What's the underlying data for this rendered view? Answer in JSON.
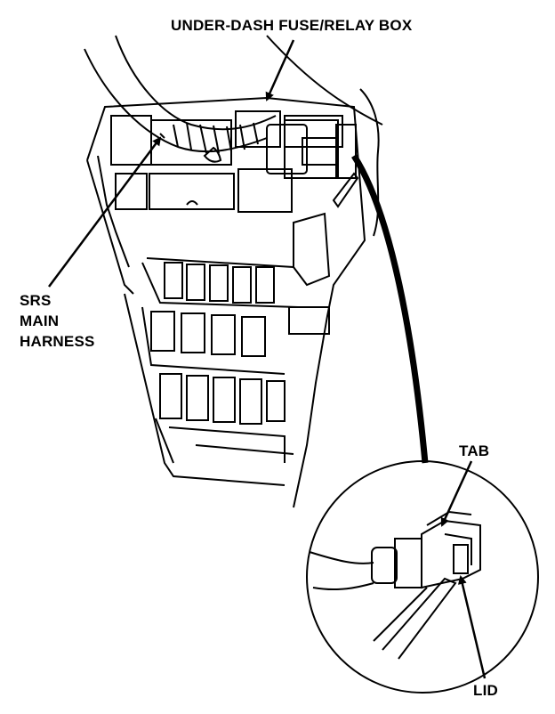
{
  "labels": {
    "fuse_box": "UNDER-DASH FUSE/RELAY BOX",
    "srs_line1": "SRS",
    "srs_line2": "MAIN",
    "srs_line3": "HARNESS",
    "tab": "TAB",
    "lid": "LID"
  },
  "colors": {
    "ink": "#000000",
    "paper": "#ffffff"
  }
}
